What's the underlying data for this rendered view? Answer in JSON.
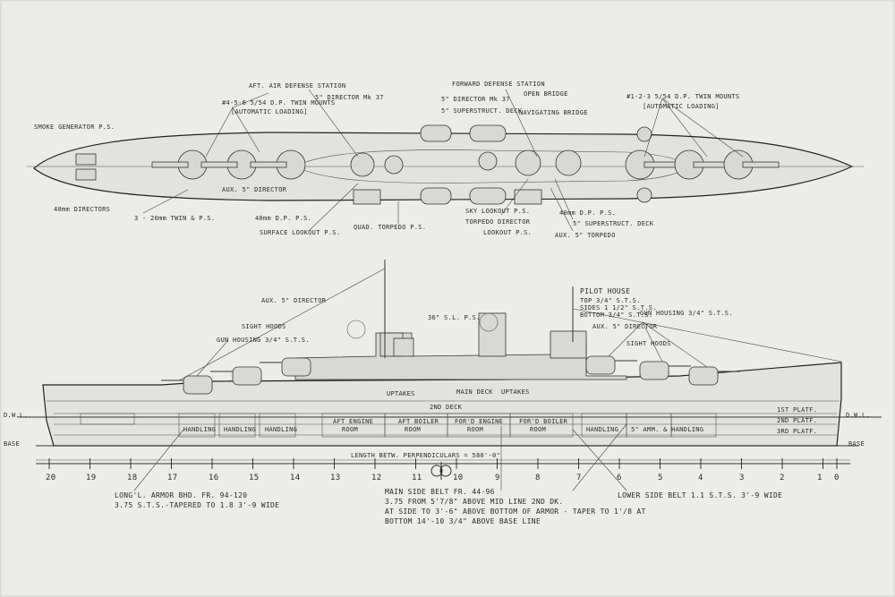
{
  "plan_labels": {
    "aft_air_defense": "AFT. AIR DEFENSE STATION",
    "mounts_456": "#4-5-6  5/54  D.P. TWIN MOUNTS",
    "auto_loading_aft": "[AUTOMATIC LOADING]",
    "director_37": "5\" DIRECTOR Mk 37",
    "director_37b": "5\" DIRECTOR Mk 37",
    "forward_defense": "FORWARD DEFENSE STATION",
    "open_bridge": "OPEN BRIDGE",
    "super_deck": "5\" SUPERSTRUCT. DECK",
    "navigating_bridge": "NAVIGATING BRIDGE",
    "mounts_123": "#1-2-3  5/54  D.P. TWIN MOUNTS",
    "auto_loading_fwd": "[AUTOMATIC LOADING]",
    "smoke_gen": "SMOKE GENERATOR P.S.",
    "dir_40mm": "40mm DIRECTORS",
    "aa_20mm": "3 - 20mm TWIN & P.S.",
    "aux_director": "AUX. 5\" DIRECTOR",
    "aa_40mm": "40mm  D.P. P.S.",
    "surface_lookout": "SURFACE LOOKOUT P.S.",
    "quad_torpedo": "QUAD. TORPEDO P.S.",
    "sky_lookout": "SKY LOOKOUT P.S.",
    "torpedo_director": "TORPEDO DIRECTOR",
    "lookout": "LOOKOUT P.S.",
    "aux_torpedo": "AUX. 5\" TORPEDO",
    "super_deck2": "5\" SUPERSTRUCT. DECK",
    "aa_40mm_fwd": "40mm D.P. P.S."
  },
  "profile_labels": {
    "aux_director": "AUX. 5\" DIRECTOR",
    "sight_hoods": "SIGHT HOODS",
    "gun_housing_aft": "GUN HOUSING 3/4\" S.T.S.",
    "sl_ps": "36\" S.L. P.S.",
    "pilot_house": "PILOT HOUSE",
    "pilot_top": "TOP  3/4\" S.T.S.",
    "pilot_sides": "SIDES  1 1/2\" S.T.S.",
    "pilot_bottom": "BOTTOM  3/4\" S.T.S.",
    "gun_housing_fwd": "GUN HOUSING 3/4\" S.T.S.",
    "aux_director_fwd": "AUX. 5\" DIRECTOR",
    "sight_hoods_fwd": "SIGHT HOODS",
    "uptakes_1": "UPTAKES",
    "uptakes_2": "UPTAKES",
    "main_deck": "MAIN DECK",
    "second_deck": "2ND DECK",
    "first_platform": "1ST PLATF.",
    "second_platform": "2ND PLATF.",
    "third_platform": "3RD PLATF.",
    "dwl": "D.W.L.",
    "base": "BASE",
    "aft_engine": "AFT ENGINE",
    "aft_boiler": "AFT BOILER",
    "fwd_engine": "FOR'D ENGINE",
    "fwd_boiler": "FOR'D BOILER",
    "room": "ROOM",
    "handling": "HANDLING",
    "handling_room": "5\" AMM. & HANDLING",
    "length_bp": "LENGTH BETW. PERPENDICULARS = 580'-0\"",
    "frames": [
      "20",
      "19",
      "18",
      "17",
      "16",
      "15",
      "14",
      "13",
      "12",
      "11",
      "10",
      "9",
      "8",
      "7",
      "6",
      "5",
      "4",
      "3",
      "2",
      "1",
      "0"
    ]
  },
  "notes": {
    "longl_armor_1": "LONG'L. ARMOR BHD. FR. 94-120",
    "longl_armor_2": "3.75 S.T.S.-TAPERED TO 1.8  3'-9 WIDE",
    "main_belt_1": "MAIN SIDE BELT FR. 44-96",
    "main_belt_2": "3.75 FROM 5'7/8\" ABOVE MID LINE 2ND DK.",
    "main_belt_3": "AT SIDE TO 3'-6\" ABOVE BOTTOM OF ARMOR - TAPER TO 1'/8 AT",
    "main_belt_4": "BOTTOM  14'-10 3/4\" ABOVE BASE LINE",
    "lower_belt": "LOWER SIDE BELT 1.1 S.T.S.  3'-9 WIDE"
  }
}
